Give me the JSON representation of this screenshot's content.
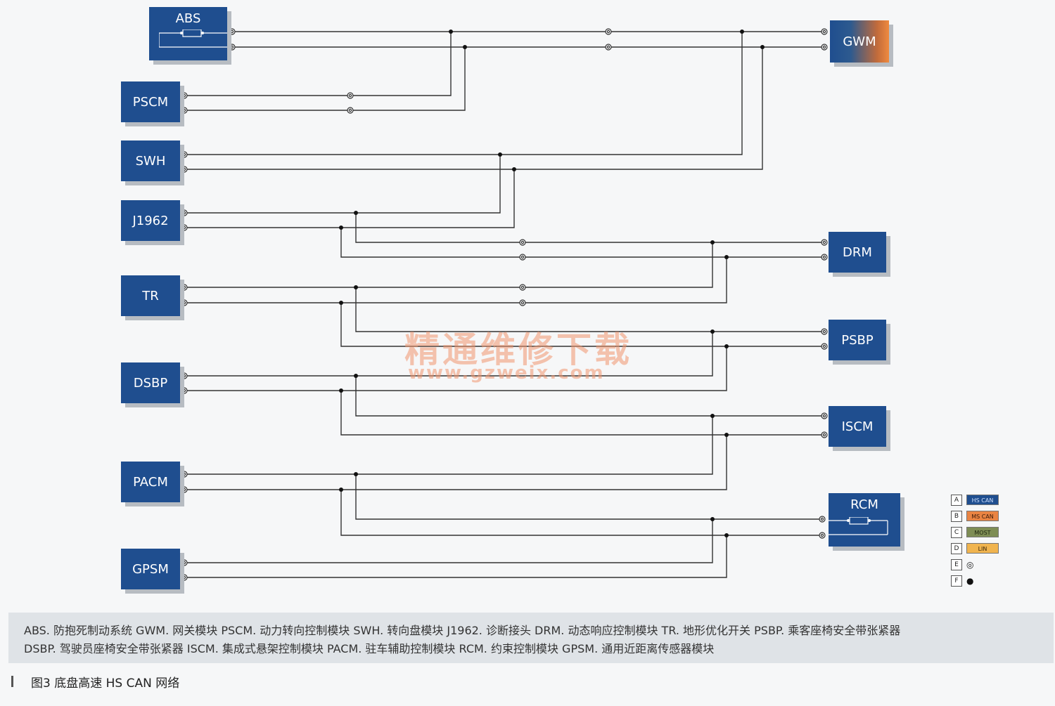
{
  "modules": {
    "abs": "ABS",
    "gwm": "GWM",
    "pscm": "PSCM",
    "swh": "SWH",
    "j1962": "J1962",
    "drm": "DRM",
    "tr": "TR",
    "psbp": "PSBP",
    "dsbp": "DSBP",
    "iscm": "ISCM",
    "pacm": "PACM",
    "rcm": "RCM",
    "gpsm": "GPSM"
  },
  "legend": [
    {
      "key": "A",
      "label": "HS CAN",
      "color": "#1f4e8f",
      "text_color": "#cfe0ff"
    },
    {
      "key": "B",
      "label": "MS CAN",
      "color": "#e98443",
      "text_color": "#3a1a0a"
    },
    {
      "key": "C",
      "label": "MOST",
      "color": "#7e8d55",
      "text_color": "#1d2410"
    },
    {
      "key": "D",
      "label": "LIN",
      "color": "#f0b44f",
      "text_color": "#3a2408"
    },
    {
      "key": "E",
      "symbol": "◎"
    },
    {
      "key": "F",
      "symbol": "●"
    }
  ],
  "caption": {
    "line1": "ABS. 防抱死制动系统  GWM. 网关模块  PSCM. 动力转向控制模块  SWH. 转向盘模块  J1962. 诊断接头  DRM. 动态响应控制模块  TR. 地形优化开关  PSBP. 乘客座椅安全带张紧器",
    "line2": "DSBP. 驾驶员座椅安全带张紧器  ISCM. 集成式悬架控制模块  PACM. 驻车辅助控制模块  RCM. 约束控制模块  GPSM. 通用近距离传感器模块"
  },
  "figure_caption": "图3  底盘高速 HS CAN 网络",
  "watermark": {
    "line1": "精通维修下载",
    "line2": "www.gzweix.com"
  }
}
